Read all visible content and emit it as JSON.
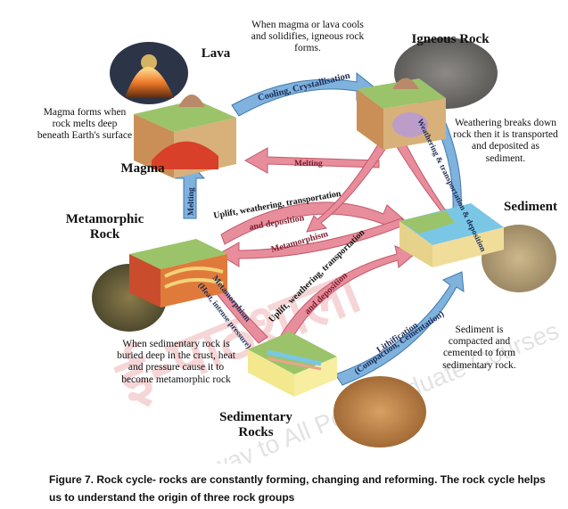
{
  "labels": {
    "lava": "Lava",
    "igneous": "Igneous Rock",
    "magma": "Magma",
    "sediment": "Sediment",
    "metamorphic": "Metamorphic Rock",
    "sedimentary": "Sedimentary Rocks"
  },
  "descriptions": {
    "cooling": "When magma or lava cools and solidifies, igneous rock forms.",
    "magma": "Magma forms when rock melts deep beneath Earth's surface",
    "weathering": "Weathering breaks down rock then it is transported and deposited as sediment.",
    "burial": "When sedimentary rock is buried deep in the crust, heat and pressure cause it to become metamorphic rock",
    "compaction": "Sediment is compacted and cemented to form sedimentary rock."
  },
  "arrows": {
    "cooling": "Cooling, Crystallisation",
    "melting_top": "Melting",
    "melting_left": "Melting",
    "weathering_igneous": "Weathering & transportation & deposition",
    "uplift_top_1": "Uplift, weathering, transportation",
    "uplift_top_2": "and deposition",
    "metamorphism_center": "Metamorphism",
    "uplift_mid_1": "Uplift, weathering, transportation",
    "uplift_mid_2": "and deposition",
    "metamorphism_left_1": "Metamorphism",
    "metamorphism_left_2": "(Heat, intense pressure)",
    "lithification_1": "Lithification",
    "lithification_2": "(Compaction, Cementation)"
  },
  "watermark": {
    "brand_devanagari": "ई-पाठशाला",
    "tagline": "A Gateway to All Post Graduate Courses"
  },
  "caption": "Figure 7. Rock cycle- rocks are constantly forming, changing and reforming. The rock cycle helps us to understand the origin of three rock groups",
  "colors": {
    "blue_arrow": "#7fb2dd",
    "pink_arrow": "#e88d9b",
    "ground_green": "#9bc46a",
    "magma_red": "#d8402a",
    "sediment_blue": "#79c7e5"
  }
}
